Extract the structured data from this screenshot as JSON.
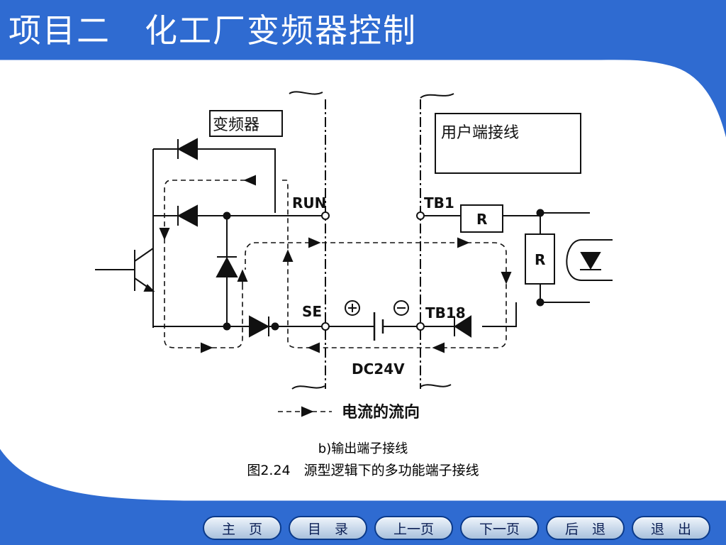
{
  "slide": {
    "title": "项目二　化工厂变频器控制"
  },
  "colors": {
    "header_blue": "#2f6bd1",
    "footer_blue": "#2f6bd1",
    "nav_border": "#0b3a8a"
  },
  "diagram": {
    "labels": {
      "inverter": "变频器",
      "user_wiring": "用户端接线",
      "run": "RUN",
      "tb1": "TB1",
      "se": "SE",
      "tb18": "TB18",
      "plus": "+",
      "minus": "−",
      "dc": "DC24V",
      "resistor1": "R",
      "resistor2": "R",
      "legend": "电流的流向"
    }
  },
  "captions": {
    "sub": "b)输出端子接线",
    "figure": "图2.24　源型逻辑下的多功能端子接线"
  },
  "nav": [
    {
      "label": "主　页"
    },
    {
      "label": "目　录"
    },
    {
      "label": "上一页"
    },
    {
      "label": "下一页"
    },
    {
      "label": "后　退"
    },
    {
      "label": "退　出"
    }
  ]
}
